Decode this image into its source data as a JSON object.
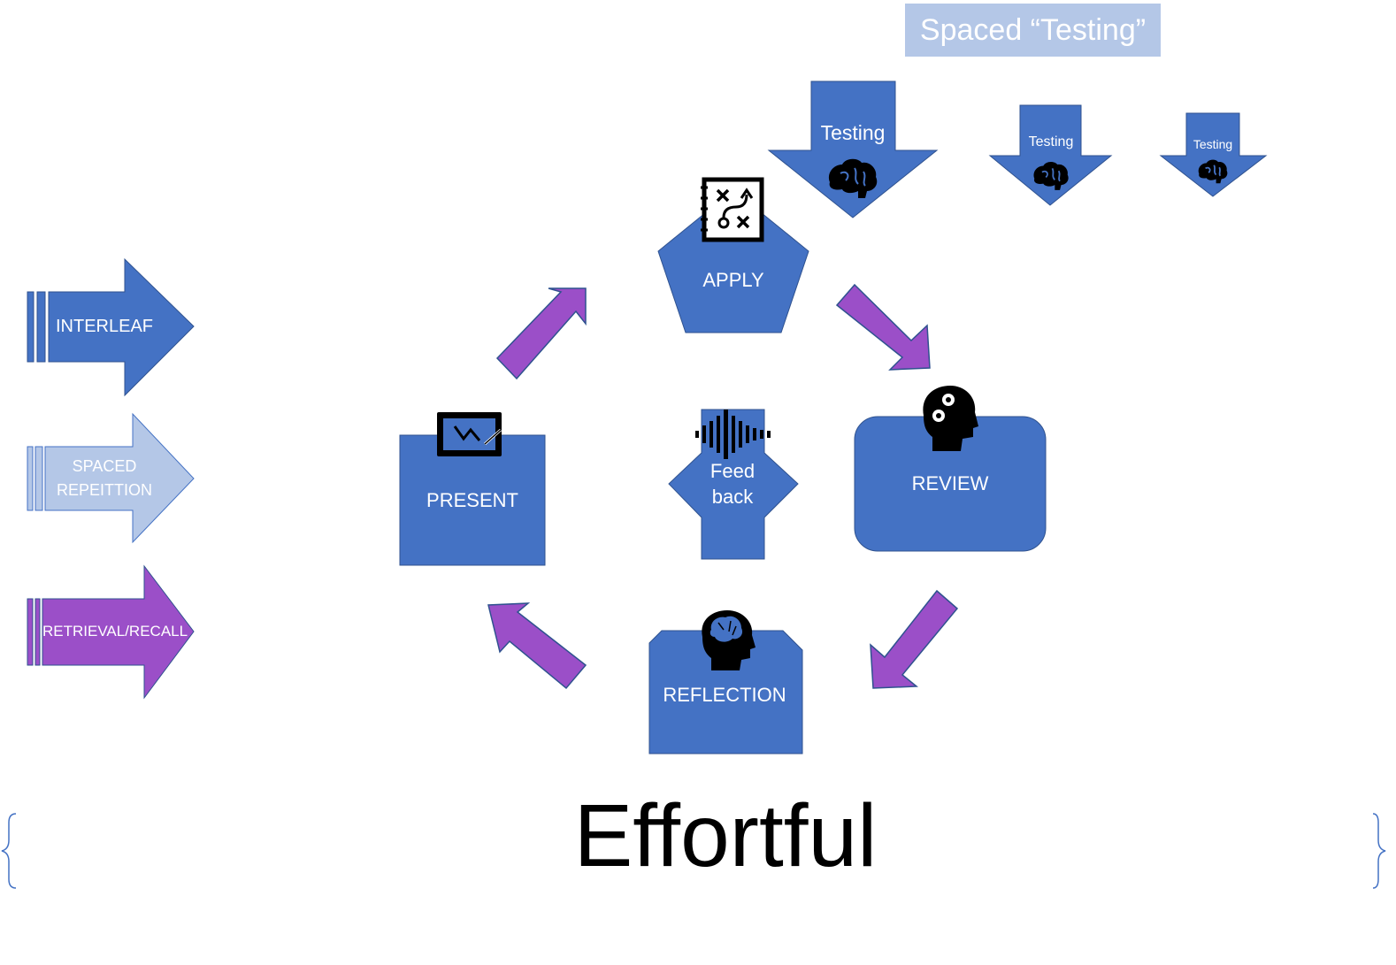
{
  "colors": {
    "blue": "#4472c4",
    "light_blue": "#b4c7e7",
    "purple": "#9b4fc8",
    "black": "#000000"
  },
  "header": {
    "title": "Spaced “Testing”"
  },
  "testing_arrows": [
    {
      "label": "Testing",
      "icon": "brain-icon"
    },
    {
      "label": "Testing",
      "icon": "brain-icon"
    },
    {
      "label": "Testing",
      "icon": "brain-icon"
    }
  ],
  "legend": [
    {
      "label": "INTERLEAF",
      "color": "#4472c4"
    },
    {
      "label_line1": "SPACED",
      "label_line2": "REPEITTION",
      "color": "#b4c7e7"
    },
    {
      "label": "RETRIEVAL/RECALL",
      "color": "#9b4fc8"
    }
  ],
  "cycle": {
    "apply": {
      "label": "APPLY",
      "icon": "strategy-notebook-icon"
    },
    "review": {
      "label": "REVIEW",
      "icon": "head-gears-icon"
    },
    "reflection": {
      "label": "REFLECTION",
      "icon": "head-brain-icon"
    },
    "present": {
      "label": "PRESENT",
      "icon": "presentation-screen-icon"
    },
    "feedback": {
      "label_line1": "Feed",
      "label_line2": "back",
      "icon": "sound-wave-icon"
    }
  },
  "footer": {
    "word": "Effortful"
  }
}
